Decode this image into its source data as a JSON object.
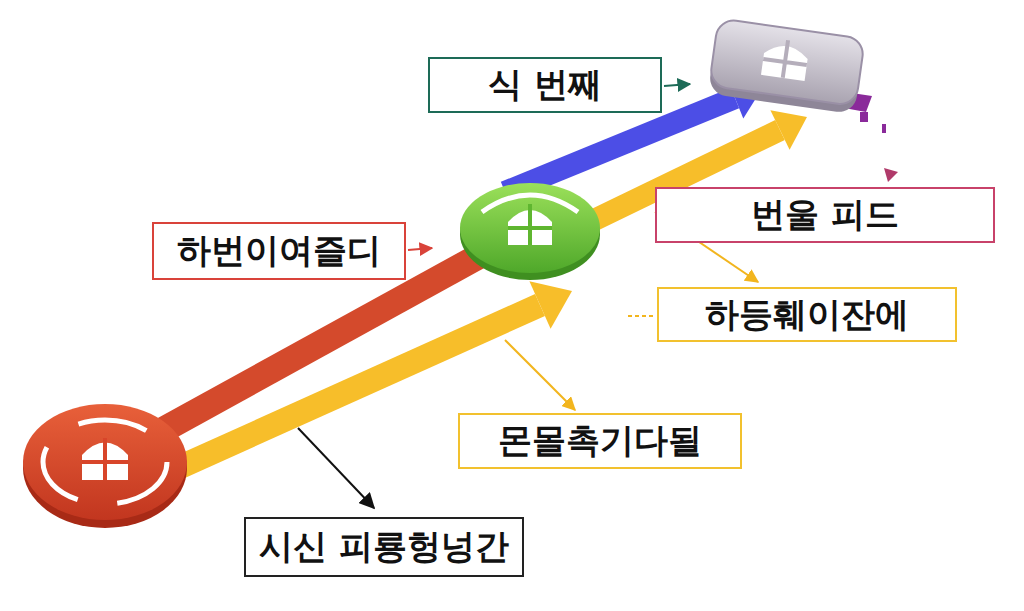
{
  "diagram": {
    "nodes": [
      {
        "text": [
          "식 번째"
        ]
      },
      {
        "text": [
          "번울 피드"
        ]
      },
      {
        "text": [
          "하번이여즐디"
        ]
      },
      {
        "text": [
          "하등훼이잔에"
        ]
      },
      {
        "text": [
          "몬몰촉기다될"
        ]
      },
      {
        "text": [
          "시신 피룡헝넝간"
        ]
      }
    ]
  }
}
